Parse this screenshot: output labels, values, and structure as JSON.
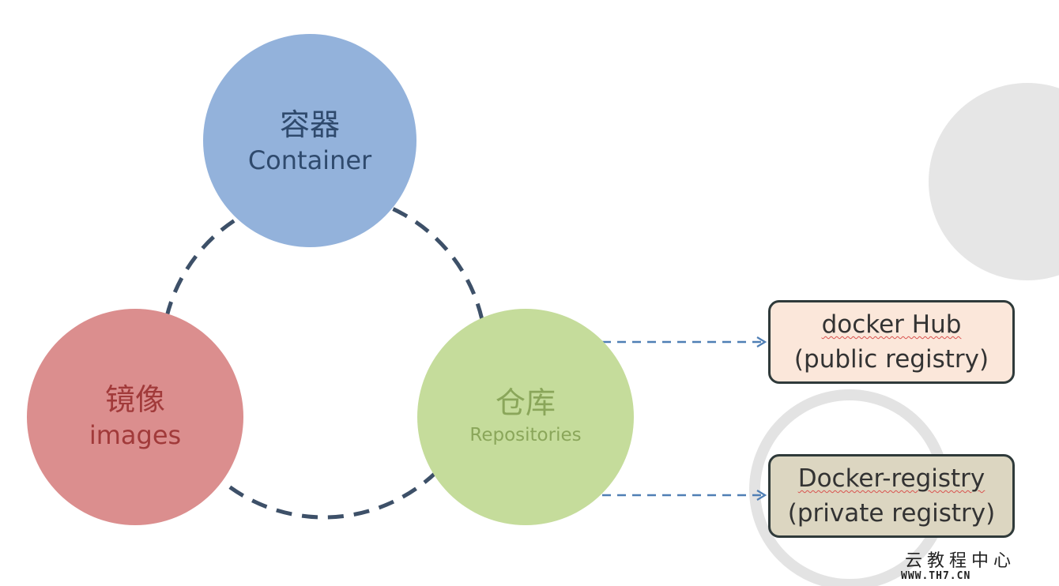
{
  "nodes": {
    "container": {
      "cn": "容器",
      "en": "Container",
      "color": "#93b2db"
    },
    "images": {
      "cn": "镜像",
      "en": "images",
      "color": "#db8e8e"
    },
    "repositories": {
      "cn": "仓库",
      "en": "Repositories",
      "color": "#c5dc9b"
    }
  },
  "registries": {
    "hub": {
      "line1": "docker Hub",
      "line2": "(public registry)",
      "fill": "#fbe7da"
    },
    "private": {
      "line1": "Docker-registry",
      "line2": "(private registry)",
      "fill": "#dcd6c1"
    }
  },
  "colors": {
    "cycle_line": "#3d5068",
    "arrow_line": "#4f7fb5",
    "decor_gray": "#e6e6e6"
  },
  "watermark": {
    "cn": "云教程中心",
    "url": "WWW.TH7.CN"
  }
}
